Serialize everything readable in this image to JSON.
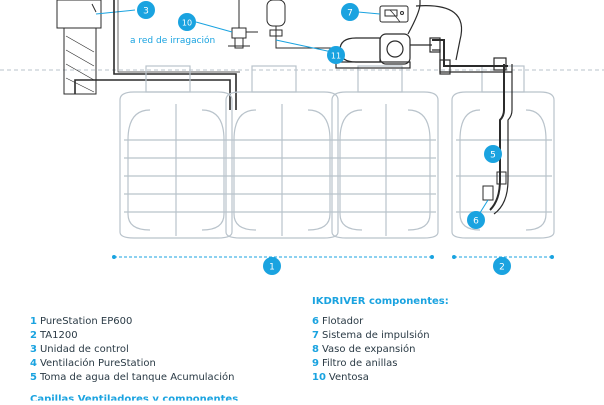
{
  "annotation": {
    "irrigation_label": "a red de irragación"
  },
  "callouts": {
    "c1": "1",
    "c2": "2",
    "c3": "3",
    "c5": "5",
    "c6": "6",
    "c7": "7",
    "c10": "10",
    "c11": "11"
  },
  "legend": {
    "heading_right": "IKDRIVER componentes:",
    "partial_heading": "Capillas Ventiladores y componentes",
    "left": [
      {
        "num": "1",
        "text": "PureStation EP600"
      },
      {
        "num": "2",
        "text": "TA1200"
      },
      {
        "num": "3",
        "text": "Unidad de control"
      },
      {
        "num": "4",
        "text": "Ventilación PureStation"
      },
      {
        "num": "5",
        "text": "Toma de agua del tanque Acumulación"
      }
    ],
    "right": [
      {
        "num": "6",
        "text": "Flotador"
      },
      {
        "num": "7",
        "text": "Sistema de impulsión"
      },
      {
        "num": "8",
        "text": "Vaso de expansión"
      },
      {
        "num": "9",
        "text": "Filtro de anillas"
      },
      {
        "num": "10",
        "text": "Ventosa"
      }
    ]
  },
  "colors": {
    "accent": "#1aa3e0",
    "line": "#b9c3cb",
    "dark": "#2b2b2b",
    "text": "#2a3a45"
  }
}
